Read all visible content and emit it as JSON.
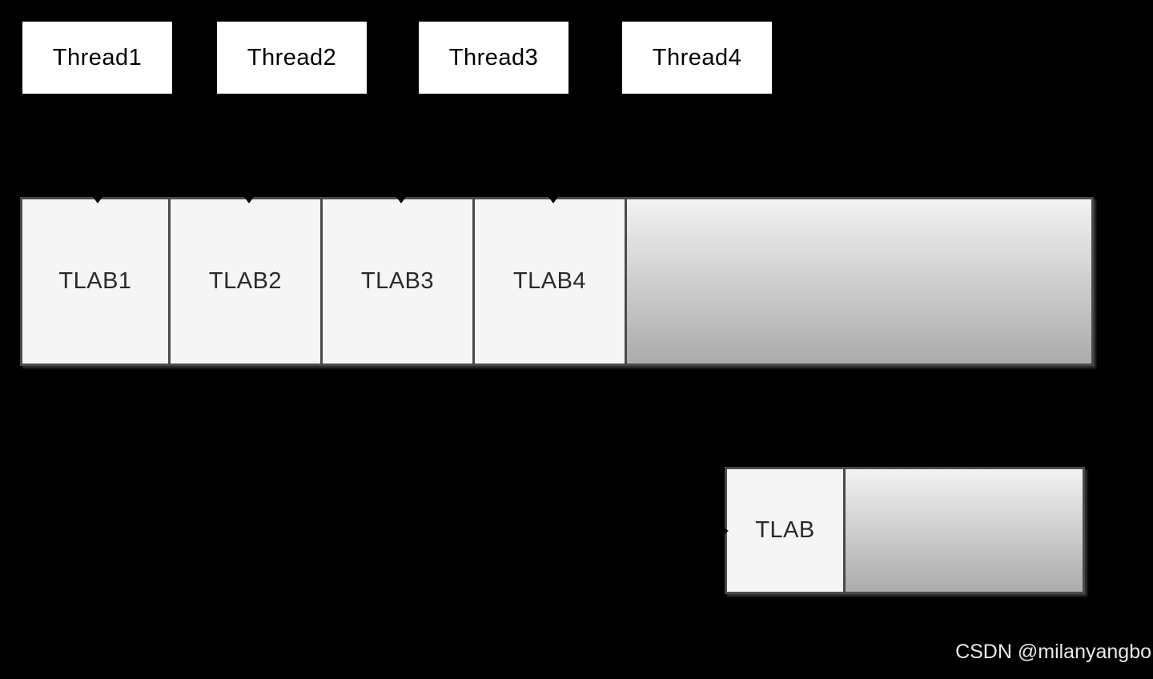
{
  "canvas": {
    "background": "#000000"
  },
  "threads": [
    {
      "label": "Thread1"
    },
    {
      "label": "Thread2"
    },
    {
      "label": "Thread3"
    },
    {
      "label": "Thread4"
    }
  ],
  "eden_bar": {
    "tlabs": [
      {
        "label": "TLAB1"
      },
      {
        "label": "TLAB2"
      },
      {
        "label": "TLAB3"
      },
      {
        "label": "TLAB4"
      }
    ]
  },
  "small_bar": {
    "tlab_label": "TLAB"
  },
  "watermark": {
    "text": "CSDN @milanyangbo"
  },
  "colors": {
    "canvas_bg": "#000000",
    "box_fill": "#ffffff",
    "tlab_fill": "#f5f5f5",
    "border": "#4a4a4a",
    "gradient_top": "#f2f2f2",
    "gradient_bottom": "#ababab",
    "label_text": "#2a2a2a",
    "thread_text": "#000000",
    "watermark_color": "#ebe9e6"
  }
}
